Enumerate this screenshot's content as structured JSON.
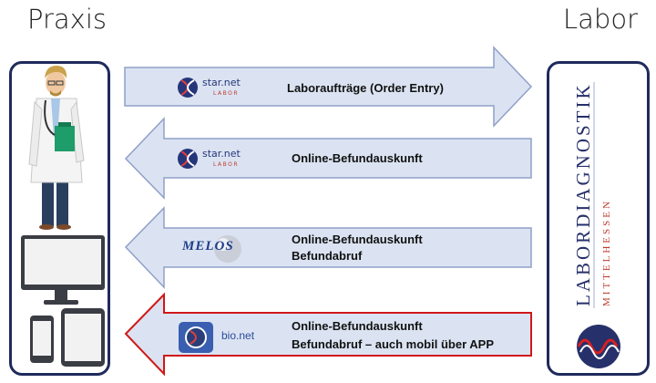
{
  "headings": {
    "left": "Praxis",
    "right": "Labor"
  },
  "flows": [
    {
      "direction": "right",
      "logo": "star.net",
      "logo_sub": "LABOR",
      "text": "Laboraufträge (Order Entry)",
      "border": "#8fa0c8",
      "fill": "#dbe3f2"
    },
    {
      "direction": "left",
      "logo": "star.net",
      "logo_sub": "LABOR",
      "text": "Online-Befundauskunft",
      "border": "#8fa0c8",
      "fill": "#dbe3f2"
    },
    {
      "direction": "left",
      "logo": "MELOS",
      "line1": "Online-Befundauskunft",
      "line2": "Befundabruf",
      "border": "#8fa0c8",
      "fill": "#dbe3f2"
    },
    {
      "direction": "left",
      "logo": "bio.net",
      "line1": "Online-Befundauskunft",
      "line2": "Befundabruf – auch mobil über APP",
      "border": "#d01818",
      "fill": "#dbe3f2"
    }
  ],
  "labor_brand": {
    "main": "LABORDIAGNOSTIK",
    "sub": "MITTELHESSEN"
  },
  "colors": {
    "panel_border": "#1f2a5c",
    "arrow_fill": "#dbe3f2",
    "highlight_border": "#d01818"
  },
  "icons": [
    "doctor-icon",
    "desktop-monitor-icon",
    "smartphone-icon",
    "tablet-icon",
    "dna-logo-icon"
  ]
}
